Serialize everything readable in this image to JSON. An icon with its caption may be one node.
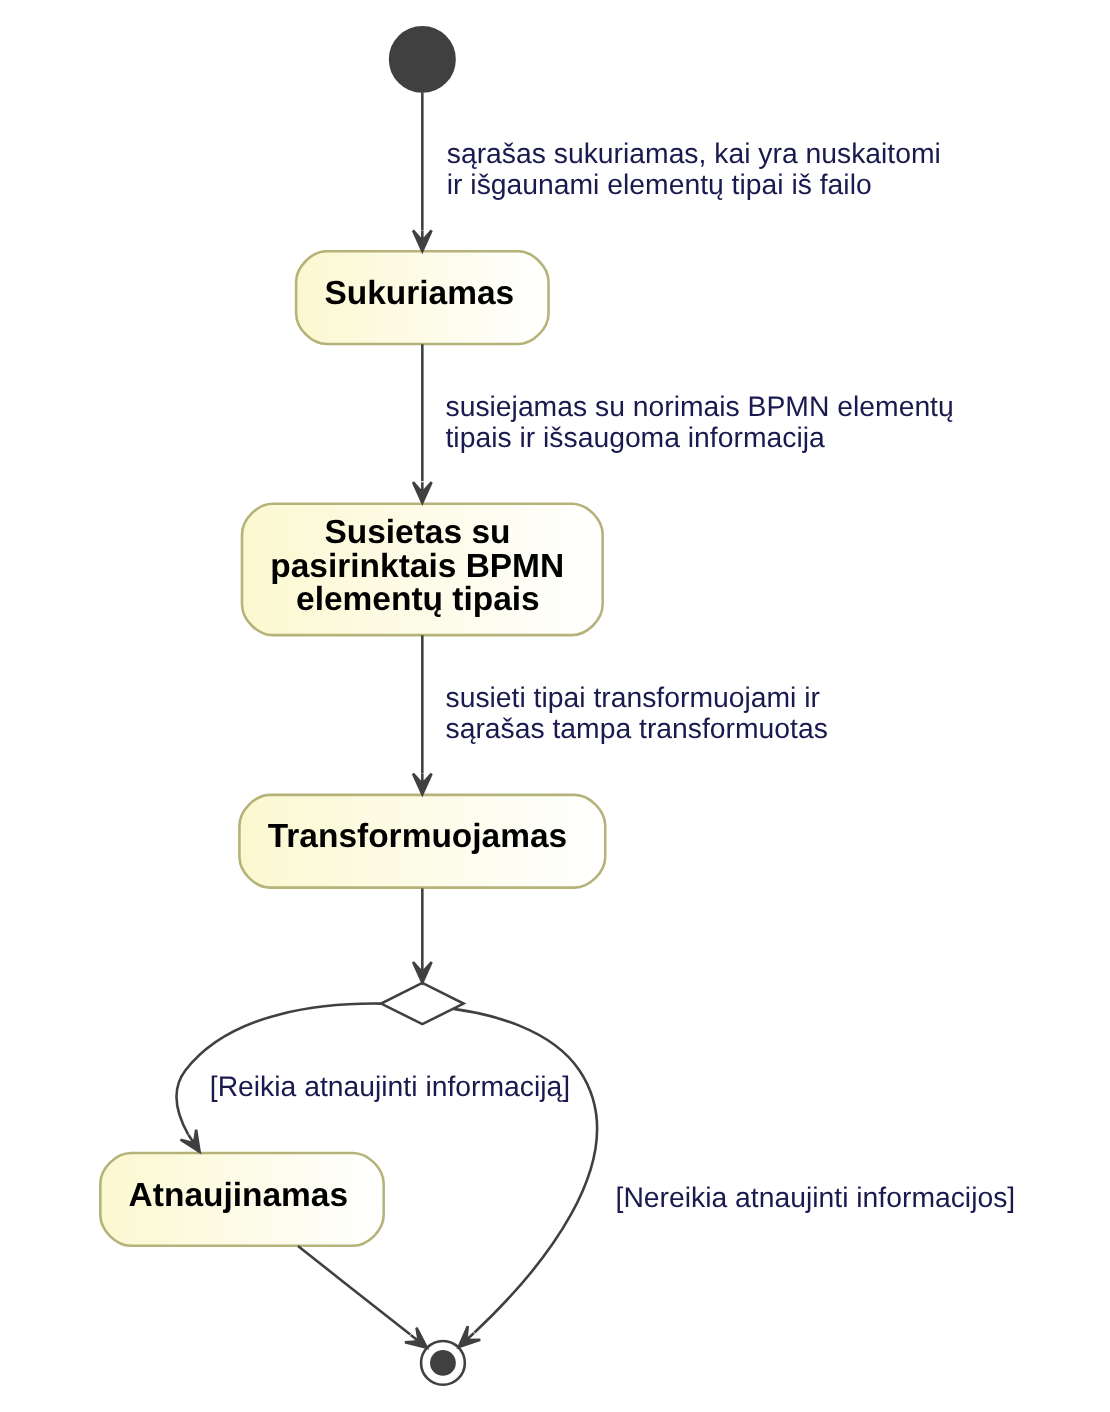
{
  "diagram": {
    "nodes": [
      {
        "text": [],
        "shape": "dot"
      },
      {
        "text": [
          "Sukuriamas"
        ]
      },
      {
        "text": [
          "Susietas su pasirinktais BPMN elementų tipais"
        ]
      },
      {
        "text": [
          "Transformuojamas"
        ]
      },
      {
        "text": [],
        "shape": "diamond"
      },
      {
        "text": [
          "Atnaujinamas"
        ]
      },
      {
        "text": [],
        "shape": "bullseye"
      }
    ],
    "edges": [
      {
        "from": 0,
        "to": 1,
        "arrow": "to",
        "label": "sąrašas sukuriamas, kai yra nuskaitomi ir išgaunami elementų tipai iš failo"
      },
      {
        "from": 1,
        "to": 2,
        "arrow": "to",
        "label": "susiejamas su norimais BPMN elementų tipais ir išsaugoma informacija"
      },
      {
        "from": 2,
        "to": 3,
        "arrow": "to",
        "label": "susieti tipai transformuojami ir sąrašas tampa transformuotas"
      },
      {
        "from": 3,
        "to": 4,
        "arrow": "to"
      },
      {
        "from": 4,
        "to": 5,
        "arrow": "to",
        "label": "[Reikia atnaujinti informaciją]"
      },
      {
        "from": 5,
        "to": 6,
        "arrow": "to"
      },
      {
        "from": 4,
        "to": 6,
        "arrow": "to",
        "label": "[Nereikia atnaujinti informacijos]"
      }
    ]
  }
}
